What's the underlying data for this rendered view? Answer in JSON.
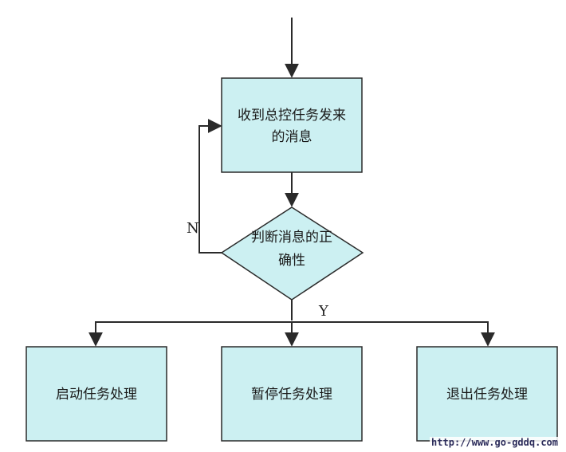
{
  "nodes": {
    "receive": {
      "line1": "收到总控任务发来",
      "line2": "的消息"
    },
    "decision": {
      "line1": "判断消息的正",
      "line2": "确性"
    },
    "start": {
      "label": "启动任务处理"
    },
    "pause": {
      "label": "暂停任务处理"
    },
    "exit": {
      "label": "退出任务处理"
    }
  },
  "edges": {
    "no_label": "N",
    "yes_label": "Y"
  },
  "watermark": "http://www.go-gddq.com",
  "colors": {
    "box_fill": "#ccf0f2",
    "stroke": "#2a2a2a"
  }
}
